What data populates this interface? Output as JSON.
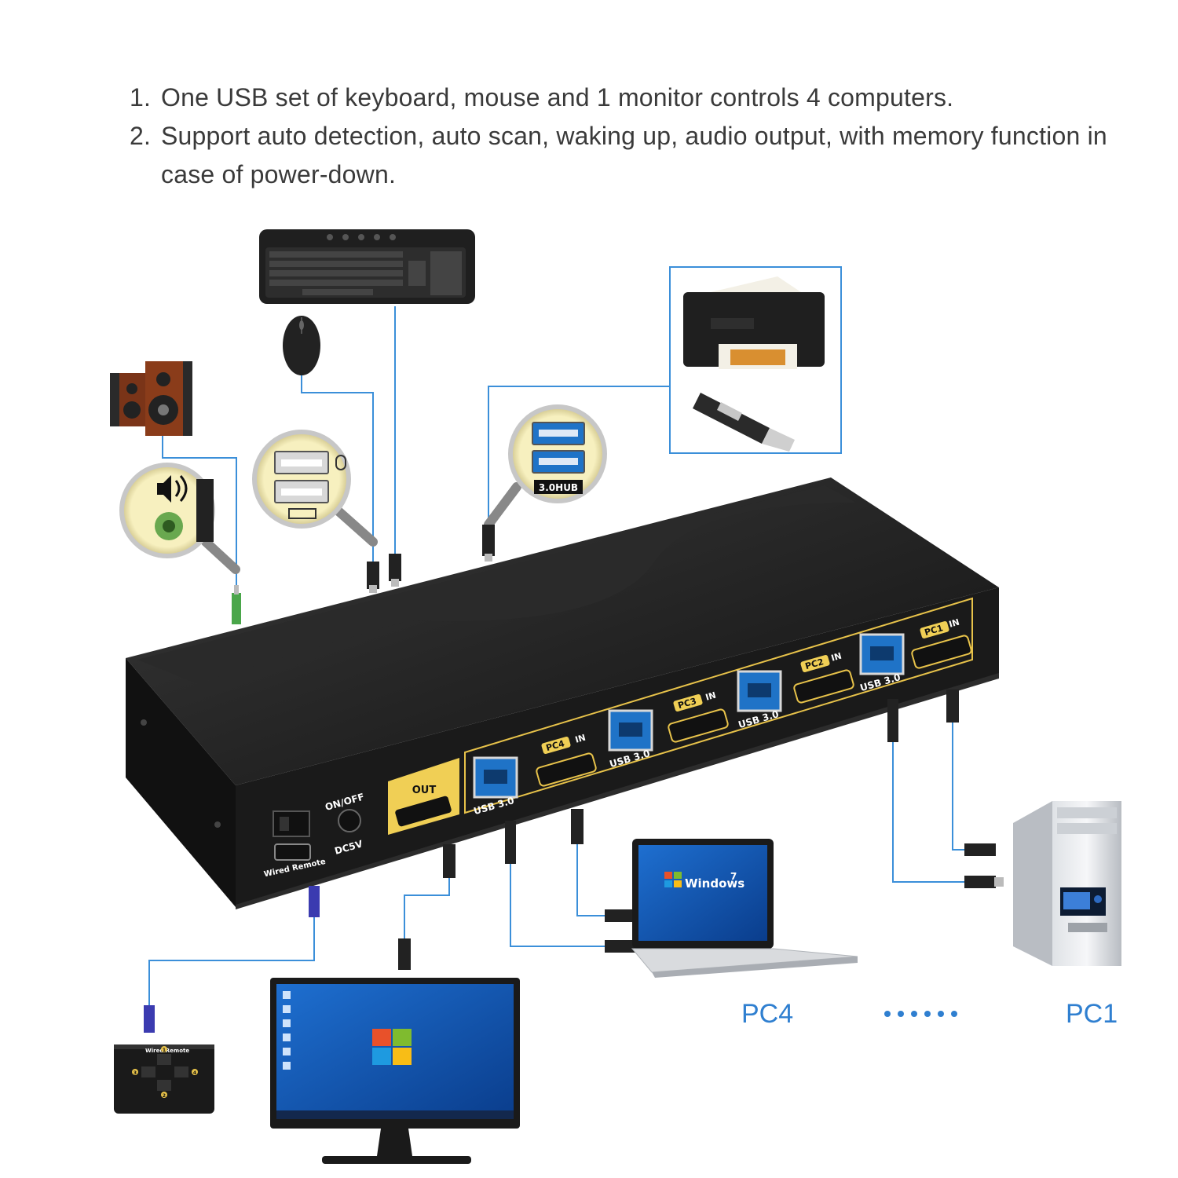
{
  "features": [
    {
      "num": "1.",
      "text": "One USB set of keyboard, mouse and 1 monitor controls 4 computers."
    },
    {
      "num": "2.",
      "text": "Support auto detection, auto scan, waking up, audio output, with memory function in case of power-down."
    }
  ],
  "ports": {
    "pc1": {
      "tag": "PC1",
      "suffix": "IN"
    },
    "pc2": {
      "tag": "PC2",
      "suffix": "IN"
    },
    "pc3": {
      "tag": "PC3",
      "suffix": "IN"
    },
    "pc4": {
      "tag": "PC4",
      "suffix": "IN"
    },
    "usb": "USB 3.0",
    "out": "OUT",
    "power_switch": "ON/OFF",
    "dc": "DC5V",
    "remote": "Wired Remote"
  },
  "zoom": {
    "hub": "3.0HUB"
  },
  "devices": {
    "remote_title": "Wired Remote",
    "remote_buttons": [
      "1",
      "2",
      "3",
      "4"
    ],
    "laptop_brand": "Windows",
    "laptop_superscript": "7"
  },
  "bottom": {
    "pc4": "PC4",
    "pc1": "PC1"
  },
  "colors": {
    "wire": "#3b8fd9",
    "accent": "#2f7fd0",
    "gold": "#e7c24a",
    "usb_blue": "#1f73c7",
    "chassis": "#1c1c1c"
  }
}
